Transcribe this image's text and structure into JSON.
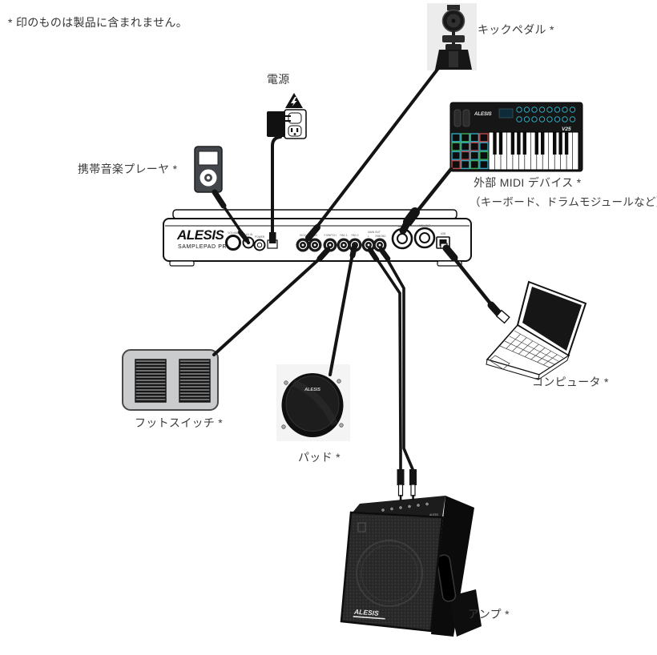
{
  "note": "* 印のものは製品に含まれません。",
  "labels": {
    "power": "電源",
    "kick_pedal": "キックペダル *",
    "music_player": "携帯音楽プレーヤ *",
    "midi_device": "外部 MIDI デバイス *",
    "midi_device_sub": "（キーボード、ドラムモジュールなど）",
    "footswitch": "フットスイッチ *",
    "pad": "パッド *",
    "computer": "コンピュータ *",
    "amp": "アンプ *"
  },
  "device": {
    "brand": "ALESIS",
    "model": "SAMPLEPAD PRO",
    "ports": [
      "VOLUME",
      "AUX IN",
      "POWER",
      "DC IN",
      "KICK",
      "RIM",
      "F.SWITCH",
      "PAD 1",
      "PAD 2",
      "MAIN OUT",
      "L",
      "R/MONO",
      "MIDI IN",
      "MIDI OUT",
      "USB"
    ]
  },
  "midi_keyboard": {
    "brand": "ALESIS",
    "model": "V25",
    "pad_colors": [
      "#2fa8c0",
      "#3cae5c",
      "#2fa8c0",
      "#c14b4b",
      "#3cae5c",
      "#2fa8c0",
      "#c14b4b",
      "#2fa8c0",
      "#2fa8c0",
      "#c14b4b",
      "#2fa8c0",
      "#3cae5c",
      "#c14b4b",
      "#2fa8c0",
      "#3cae5c",
      "#2fa8c0"
    ]
  },
  "pad_unit": {
    "brand": "ALESIS"
  },
  "amp_unit": {
    "brand": "ALESIS"
  },
  "colors": {
    "cable": "#141414",
    "label_text": "#3b3b3b",
    "accent_cyan": "#2fa8c0"
  }
}
